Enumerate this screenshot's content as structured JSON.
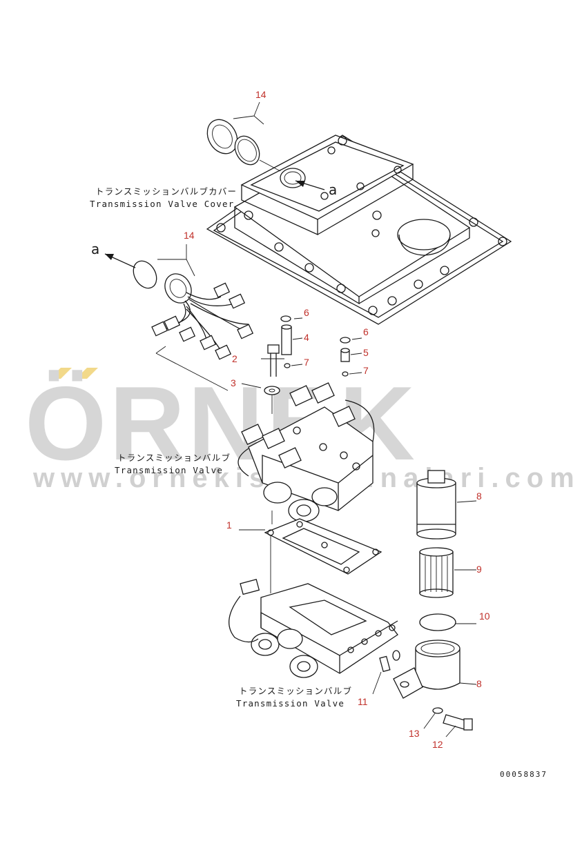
{
  "labels": {
    "valve_cover_jp": "トランスミッションバルブカバー",
    "valve_cover_en": "Transmission Valve Cover",
    "valve_upper_jp": "トランスミッションバルブ",
    "valve_upper_en": "Transmission Valve",
    "valve_lower_jp": "トランスミッションバルブ",
    "valve_lower_en": "Transmission Valve",
    "view_a_cover": "a",
    "view_a_left": "a"
  },
  "callouts": {
    "c14_top": "14",
    "c14_left": "14",
    "c6_left": "6",
    "c6_right": "6",
    "c4": "4",
    "c5": "5",
    "c2": "2",
    "c7_left": "7",
    "c7_right": "7",
    "c3": "3",
    "c8_top": "8",
    "c8_bottom": "8",
    "c1": "1",
    "c9": "9",
    "c10": "10",
    "c11": "11",
    "c13": "13",
    "c12": "12"
  },
  "drawing_code": "00058837",
  "watermark": {
    "brand": "ÖRNEK",
    "url": "www.ornekisemakinalari.com.tr",
    "accent_color": "#f2d98a",
    "text_color": "#d6d6d6"
  },
  "colors": {
    "line": "#1a1a1a",
    "callout": "#c0302a",
    "background": "#ffffff"
  }
}
